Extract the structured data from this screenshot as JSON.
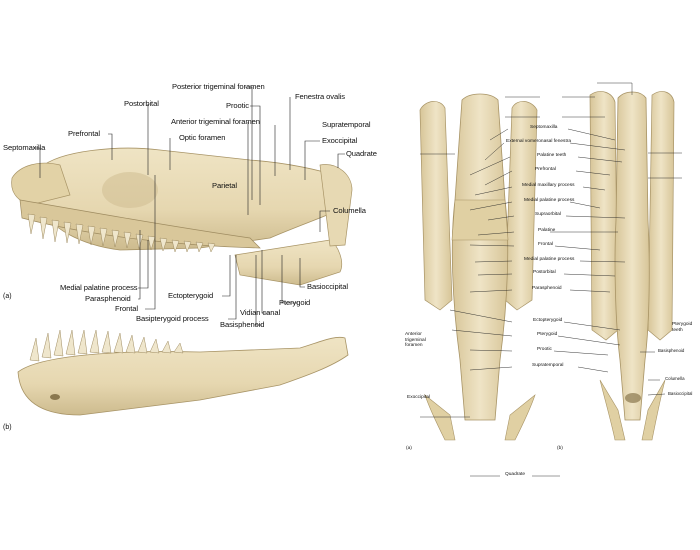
{
  "figure": {
    "left": {
      "panel_tags": {
        "a": "(a)",
        "b": "(b)"
      },
      "labels": {
        "posterior_trigeminal_foramen": "Posterior trigeminal foramen",
        "postorbital": "Postorbital",
        "prootic": "Prootic",
        "fenestra_ovalis": "Fenestra ovalis",
        "anterior_trigeminal_foramen": "Anterior trigeminal foramen",
        "supratemporal": "Supratemporal",
        "prefrontal": "Prefrontal",
        "optic_foramen": "Optic foramen",
        "exoccipital": "Exoccipital",
        "septomaxilla": "Septomaxilla",
        "quadrate": "Quadrate",
        "parietal": "Parietal",
        "columella": "Columella",
        "medial_palatine_process": "Medial palatine process",
        "parasphenoid": "Parasphenoid",
        "frontal": "Frontal",
        "ectopterygoid": "Ectopterygoid",
        "basioccipital": "Basioccipital",
        "pterygoid": "Pterygoid",
        "vidian_canal": "Vidian canal",
        "basipterygoid_process": "Basipterygoid process",
        "basisphenoid": "Basisphenoid"
      }
    },
    "right": {
      "panel_tags": {
        "a": "(a)",
        "b": "(b)"
      },
      "labels": {
        "septomaxilla": "Septomaxilla",
        "external_vomeronasal_fenestra": "External vomeronasal fenestra",
        "palatine_teeth": "Palatine teeth",
        "prefrontal": "Prefrontal",
        "medial_maxillary_process": "Medial maxillary process",
        "medial_palatine_process_1": "Medial palatine process",
        "supraorbital": "Supraorbital",
        "palatine": "Palatine",
        "frontal": "Frontal",
        "medial_palatine_process_2": "Medial palatine process",
        "postorbital": "Postorbital",
        "parasphenoid": "Parasphenoid",
        "ectopterygoid": "Ectopterygoid",
        "pterygoid": "Pterygoid",
        "prootic": "Prootic",
        "supratemporal": "Supratemporal",
        "quadrate": "Quadrate",
        "anterior_trigeminal_foramen": "Anterior\ntrigeminal\nforamen",
        "exoccipital": "Exoccipital",
        "pterygoid_teeth": "Pterygoid\nteeth",
        "basisphenoid": "Basisphenoid",
        "columella": "Columella",
        "basioccipital": "Basioccipital"
      }
    }
  },
  "colors": {
    "bone": "#e9dcb8",
    "bone_shadow": "#cbb98d",
    "bone_dark": "#9e8b60",
    "leader": "#222222"
  }
}
